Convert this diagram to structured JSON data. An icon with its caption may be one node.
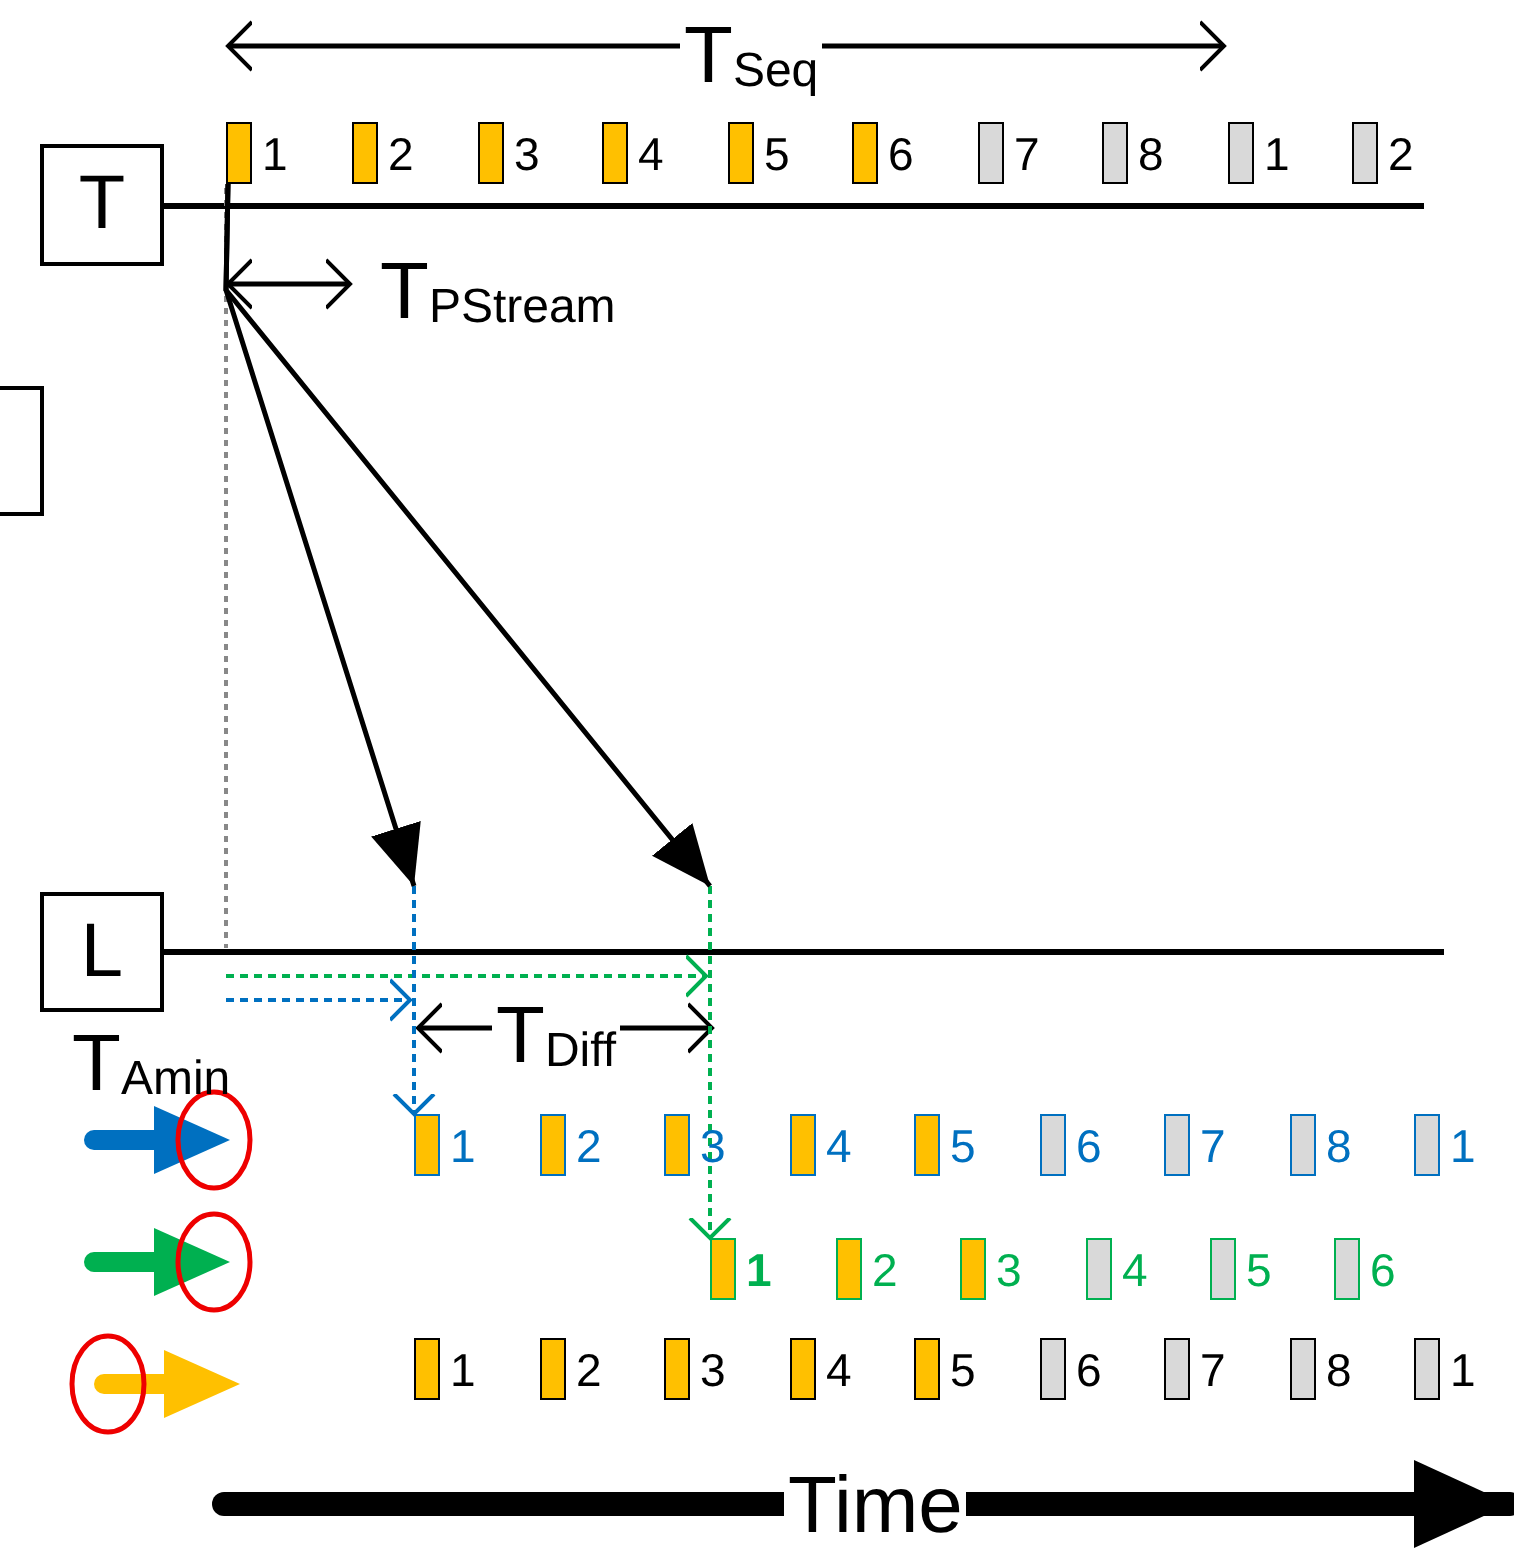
{
  "diagram": {
    "nodes": [
      {
        "text": [
          "T"
        ]
      },
      {
        "text": [],
        "shape": "bar",
        "beside": [
          "1"
        ]
      },
      {
        "text": [],
        "shape": "bar",
        "beside": [
          "2"
        ]
      },
      {
        "text": [],
        "shape": "bar",
        "beside": [
          "3"
        ]
      },
      {
        "text": [],
        "shape": "bar",
        "beside": [
          "4"
        ]
      },
      {
        "text": [],
        "shape": "bar",
        "beside": [
          "5"
        ]
      },
      {
        "text": [],
        "shape": "bar",
        "beside": [
          "6"
        ]
      },
      {
        "text": [],
        "shape": "bar",
        "beside": [
          "7"
        ]
      },
      {
        "text": [],
        "shape": "bar",
        "beside": [
          "8"
        ]
      },
      {
        "text": [],
        "shape": "bar",
        "beside": [
          "1"
        ]
      },
      {
        "text": [],
        "shape": "bar",
        "beside": [
          "2"
        ]
      },
      {
        "text": [],
        "shape": "box"
      },
      {
        "text": [
          "L"
        ]
      },
      {
        "text": [],
        "shape": "bar",
        "beside": [
          "1"
        ]
      },
      {
        "text": [],
        "shape": "bar",
        "beside": [
          "2"
        ]
      },
      {
        "text": [],
        "shape": "bar",
        "beside": [
          "3"
        ]
      },
      {
        "text": [],
        "shape": "bar",
        "beside": [
          "4"
        ]
      },
      {
        "text": [],
        "shape": "bar",
        "beside": [
          "5"
        ]
      },
      {
        "text": [],
        "shape": "bar",
        "beside": [
          "6"
        ]
      },
      {
        "text": [],
        "shape": "bar",
        "beside": [
          "7"
        ]
      },
      {
        "text": [],
        "shape": "bar",
        "beside": [
          "8"
        ]
      },
      {
        "text": [],
        "shape": "bar",
        "beside": [
          "1"
        ]
      },
      {
        "text": [],
        "shape": "bar",
        "beside": [
          "**1**"
        ]
      },
      {
        "text": [],
        "shape": "bar",
        "beside": [
          "2"
        ]
      },
      {
        "text": [],
        "shape": "bar",
        "beside": [
          "3"
        ]
      },
      {
        "text": [],
        "shape": "bar",
        "beside": [
          "4"
        ]
      },
      {
        "text": [],
        "shape": "bar",
        "beside": [
          "5"
        ]
      },
      {
        "text": [],
        "shape": "bar",
        "beside": [
          "6"
        ]
      },
      {
        "text": [],
        "shape": "bar",
        "beside": [
          "1"
        ]
      },
      {
        "text": [],
        "shape": "bar",
        "beside": [
          "2"
        ]
      },
      {
        "text": [],
        "shape": "bar",
        "beside": [
          "3"
        ]
      },
      {
        "text": [],
        "shape": "bar",
        "beside": [
          "4"
        ]
      },
      {
        "text": [],
        "shape": "bar",
        "beside": [
          "5"
        ]
      },
      {
        "text": [],
        "shape": "bar",
        "beside": [
          "6"
        ]
      },
      {
        "text": [],
        "shape": "bar",
        "beside": [
          "7"
        ]
      },
      {
        "text": [],
        "shape": "bar",
        "beside": [
          "8"
        ]
      },
      {
        "text": [],
        "shape": "bar",
        "beside": [
          "1"
        ]
      }
    ],
    "edges": [
      {
        "from": 1,
        "to": 13,
        "arrow": "to"
      },
      {
        "from": 1,
        "to": 22,
        "arrow": "to"
      }
    ],
    "labels": [
      "T$_{Seq}$",
      "T$_{PStream}$",
      "T$_{Amin}$",
      "T$_{Diff}$",
      "Time"
    ]
  }
}
